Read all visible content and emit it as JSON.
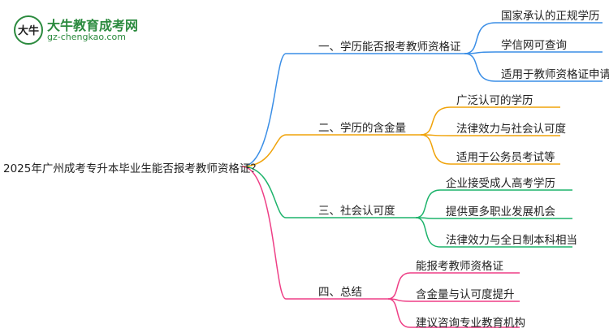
{
  "logo": {
    "title": "大牛教育成考网",
    "url": "gz-chengkao.com",
    "badge_text": "大牛"
  },
  "root": "2025年广州成考专升本毕业生能否报考教师资格证？",
  "branches": [
    {
      "label": "一、学历能否报考教师资格证",
      "color": "#3a8ee6",
      "children": [
        "国家承认的正规学历",
        "学信网可查询",
        "适用于教师资格证申请"
      ]
    },
    {
      "label": "二、学历的含金量",
      "color": "#f0a30a",
      "children": [
        "广泛认可的学历",
        "法律效力与社会认可度",
        "适用于公务员考试等"
      ]
    },
    {
      "label": "三、社会认可度",
      "color": "#1db36b",
      "children": [
        "企业接受成人高考学历",
        "提供更多职业发展机会",
        "法律效力与全日制本科相当"
      ]
    },
    {
      "label": "四、总结",
      "color": "#ee3f86",
      "children": [
        "能报考教师资格证",
        "含金量与认可度提升",
        "建议咨询专业教育机构"
      ]
    }
  ]
}
